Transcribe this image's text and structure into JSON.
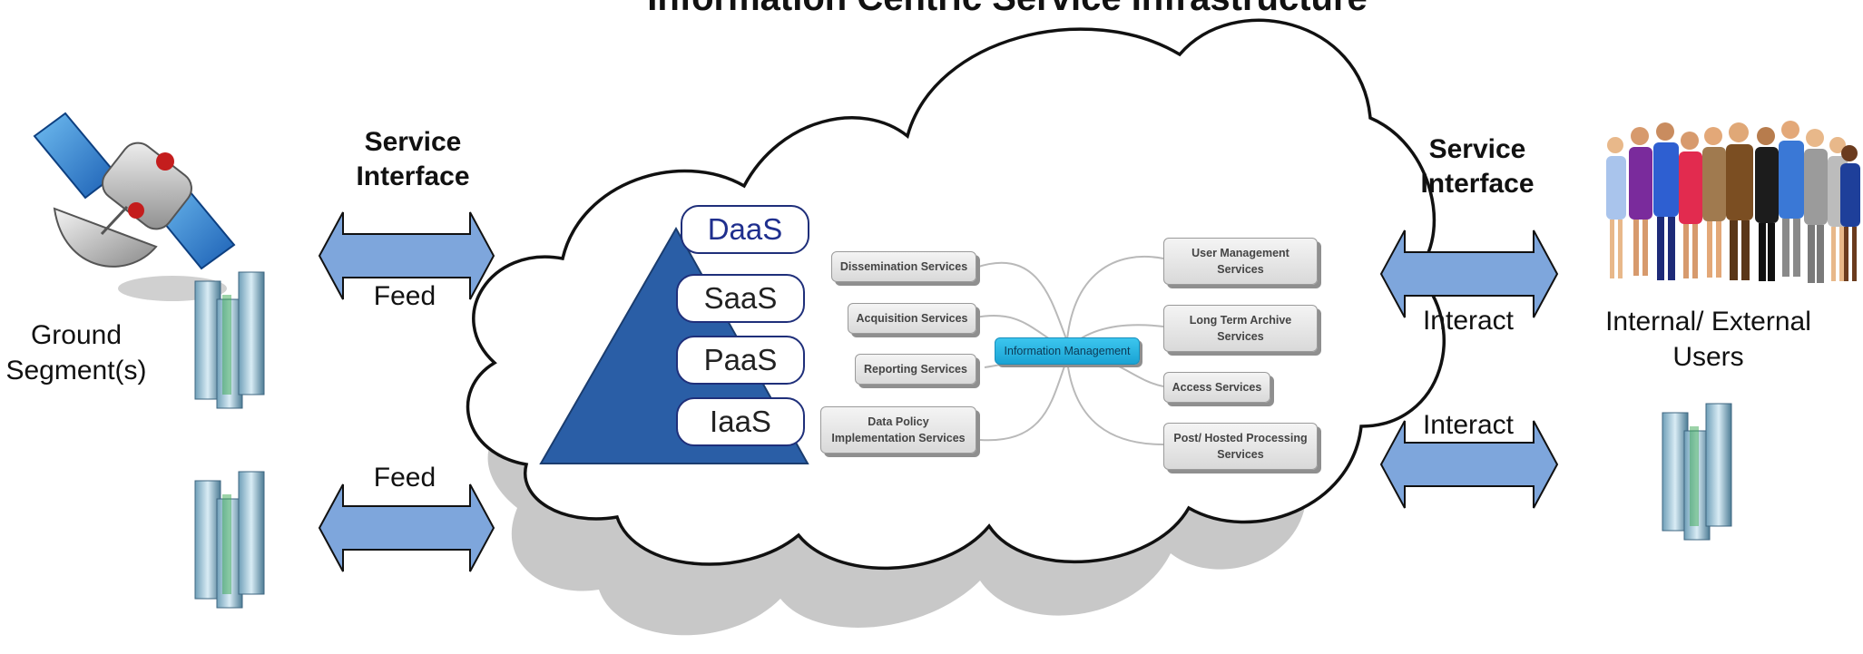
{
  "title": "Information Centric Service Infrastructure",
  "left": {
    "service_interface": "Service\nInterface",
    "feed_top": "Feed",
    "feed_bottom": "Feed",
    "ground_segment": "Ground\nSegment(s)"
  },
  "right": {
    "service_interface": "Service\nInterface",
    "interact_top": "Interact",
    "interact_bottom": "Interact",
    "users": "Internal/ External\nUsers"
  },
  "stack": [
    "DaaS",
    "SaaS",
    "PaaS",
    "IaaS"
  ],
  "hub": "Information Management",
  "services_left": [
    "Dissemination Services",
    "Acquisition Services",
    "Reporting Services",
    "Data Policy\nImplementation Services"
  ],
  "services_right": [
    "User Management\nServices",
    "Long Term Archive\nServices",
    "Access Services",
    "Post/ Hosted Processing\nServices"
  ],
  "colors": {
    "arrow": "#7ea6dc",
    "pyramid": "#2a5ea6",
    "hub": "#27b6e5",
    "cloud_shadow": "#c8c8c8"
  },
  "icons": [
    "satellite-icon",
    "server-building-icon",
    "people-group-icon"
  ]
}
